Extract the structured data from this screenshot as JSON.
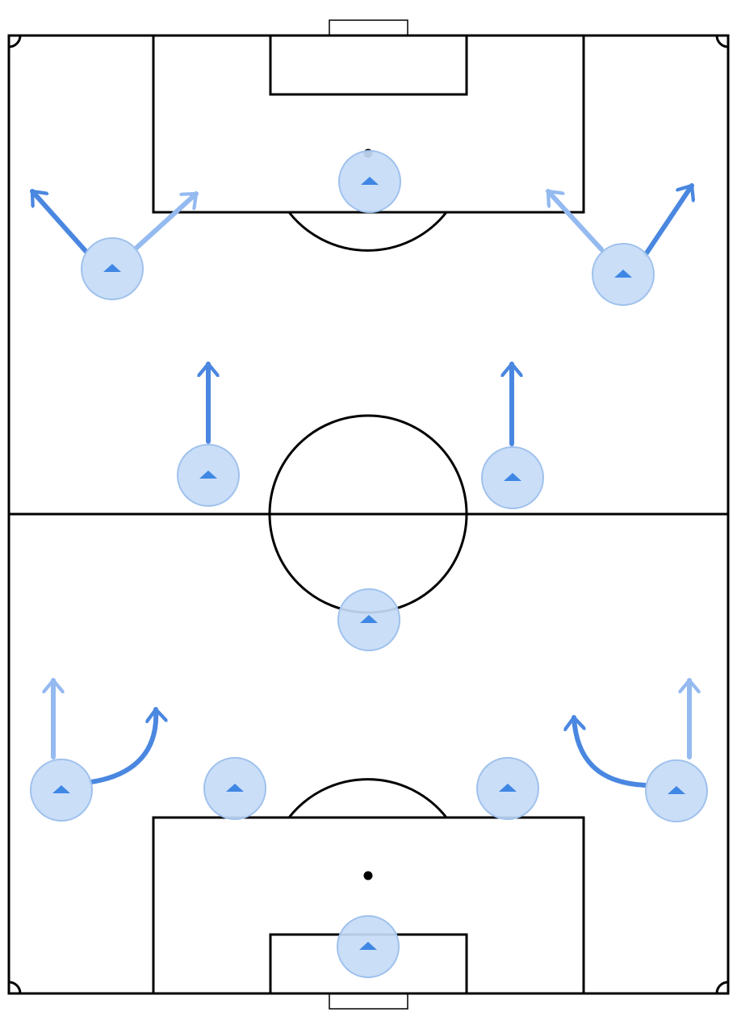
{
  "colors": {
    "pitch_line": "#000000",
    "player_fill": "#c6dbf7",
    "player_stroke": "#9fc1ec",
    "player_marker": "#3f87e4",
    "arrow_primary": "#4a87e0",
    "arrow_secondary": "#94baf0"
  },
  "players": [
    {
      "id": "goalkeeper",
      "role": "goalkeeper"
    },
    {
      "id": "left-back",
      "role": "defender"
    },
    {
      "id": "left-centre-back",
      "role": "defender"
    },
    {
      "id": "right-centre-back",
      "role": "defender"
    },
    {
      "id": "right-back",
      "role": "defender"
    },
    {
      "id": "centre-midfielder",
      "role": "midfielder"
    },
    {
      "id": "left-midfielder",
      "role": "midfielder"
    },
    {
      "id": "right-midfielder",
      "role": "midfielder"
    },
    {
      "id": "left-forward",
      "role": "forward"
    },
    {
      "id": "centre-forward",
      "role": "forward"
    },
    {
      "id": "right-forward",
      "role": "forward"
    }
  ],
  "arrows": [
    {
      "id": "left-back-forward-run",
      "from": "left-back",
      "style": "secondary",
      "shape": "straight"
    },
    {
      "id": "left-back-curved-run",
      "from": "left-back",
      "style": "primary",
      "shape": "curved"
    },
    {
      "id": "right-back-forward-run",
      "from": "right-back",
      "style": "secondary",
      "shape": "straight"
    },
    {
      "id": "right-back-curved-run",
      "from": "right-back",
      "style": "primary",
      "shape": "curved"
    },
    {
      "id": "left-midfielder-forward-run",
      "from": "left-midfielder",
      "style": "primary",
      "shape": "straight"
    },
    {
      "id": "right-midfielder-forward-run",
      "from": "right-midfielder",
      "style": "primary",
      "shape": "straight"
    },
    {
      "id": "left-forward-wide-run",
      "from": "left-forward",
      "style": "primary",
      "shape": "straight"
    },
    {
      "id": "left-forward-inside-run",
      "from": "left-forward",
      "style": "secondary",
      "shape": "straight"
    },
    {
      "id": "right-forward-inside-run",
      "from": "right-forward",
      "style": "secondary",
      "shape": "straight"
    },
    {
      "id": "right-forward-wide-run",
      "from": "right-forward",
      "style": "primary",
      "shape": "straight"
    }
  ]
}
